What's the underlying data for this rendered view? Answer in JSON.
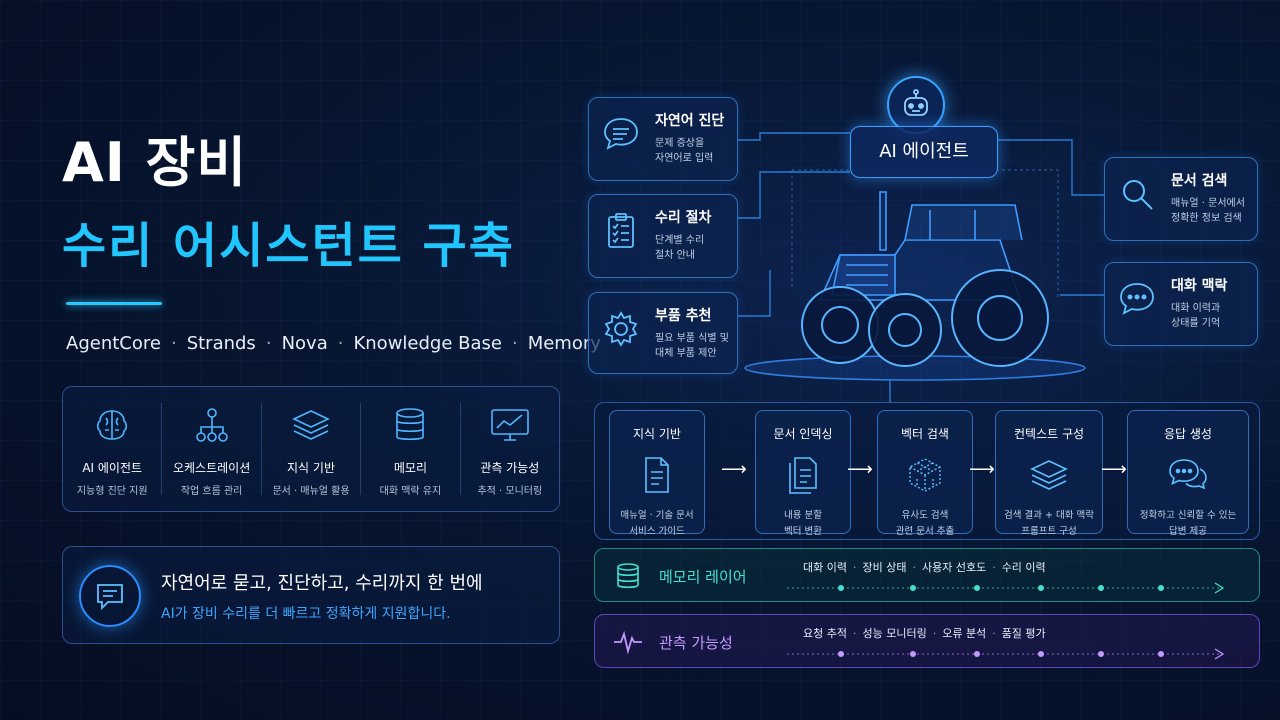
{
  "title": {
    "line1": "AI 장비",
    "line2": "수리 어시스턴트 구축"
  },
  "tech_stack": [
    "AgentCore",
    "Strands",
    "Nova",
    "Knowledge Base",
    "Memory"
  ],
  "tech_separator": "·",
  "features": [
    {
      "icon": "brain-icon",
      "name": "AI 에이전트",
      "desc": "지능형 진단 지원"
    },
    {
      "icon": "workflow-icon",
      "name": "오케스트레이션",
      "desc": "작업 흐름 관리"
    },
    {
      "icon": "layers-icon",
      "name": "지식 기반",
      "desc": "문서 · 매뉴얼 활용"
    },
    {
      "icon": "database-icon",
      "name": "메모리",
      "desc": "대화 맥락 유지"
    },
    {
      "icon": "monitor-chart-icon",
      "name": "관측 가능성",
      "desc": "추적 · 모니터링"
    }
  ],
  "tagline": {
    "main": "자연어로 묻고, 진단하고, 수리까지 한 번에",
    "sub": "AI가 장비 수리를 더 빠르고 정확하게 지원합니다."
  },
  "agent": {
    "label": "AI 에이전트",
    "icon": "robot-icon"
  },
  "left_cards": [
    {
      "icon": "chat-bubble-icon",
      "title": "자연어 진단",
      "desc": "문제 증상을\n자연어로 입력"
    },
    {
      "icon": "clipboard-checklist-icon",
      "title": "수리 절차",
      "desc": "단계별 수리\n절차 안내"
    },
    {
      "icon": "gear-icon",
      "title": "부품 추천",
      "desc": "필요 부품 식별 및\n대체 부품 제안"
    }
  ],
  "right_cards": [
    {
      "icon": "search-icon",
      "title": "문서 검색",
      "desc": "매뉴얼 · 문서에서\n정확한 정보 검색"
    },
    {
      "icon": "chat-dots-icon",
      "title": "대화 맥락",
      "desc": "대화 이력과\n상태를 기억"
    }
  ],
  "pipeline": [
    {
      "icon": "document-icon",
      "title": "지식 기반",
      "desc": "매뉴얼 · 기술 문서\n서비스 가이드"
    },
    {
      "icon": "documents-stack-icon",
      "title": "문서 인덱싱",
      "desc": "내용 분할\n벡터 변환"
    },
    {
      "icon": "vector-cube-icon",
      "title": "벡터 검색",
      "desc": "유사도 검색\n관련 문서 추출"
    },
    {
      "icon": "layers-icon",
      "title": "컨텍스트 구성",
      "desc": "검색 결과 + 대화 맥락\n프롬프트 구성"
    },
    {
      "icon": "chat-dots-icon",
      "title": "응답 생성",
      "desc": "정확하고 신뢰할 수 있는\n답변 제공"
    }
  ],
  "layers": {
    "memory": {
      "icon": "database-icon",
      "name": "메모리 레이어",
      "items": [
        "대화 이력",
        "장비 상태",
        "사용자 선호도",
        "수리 이력"
      ],
      "color": "#44e0cf"
    },
    "observability": {
      "icon": "pulse-icon",
      "name": "관측 가능성",
      "items": [
        "요청 추적",
        "성능 모니터링",
        "오류 분석",
        "품질 평가"
      ],
      "color": "#c39bff"
    }
  },
  "colors": {
    "accent": "#22c6ff",
    "border": "#2f6fb8",
    "background": "#071631"
  }
}
